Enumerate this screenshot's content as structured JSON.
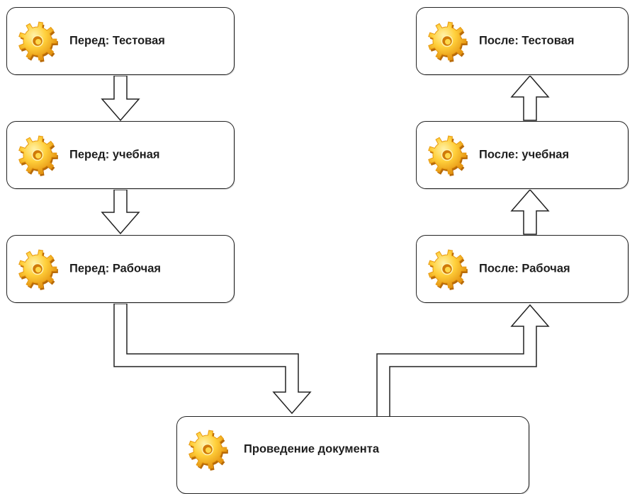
{
  "nodes": {
    "before_test": {
      "label": "Перед: Тестовая",
      "icon": "gear-icon"
    },
    "before_training": {
      "label": "Перед: учебная",
      "icon": "gear-icon"
    },
    "before_working": {
      "label": "Перед: Рабочая",
      "icon": "gear-icon"
    },
    "after_test": {
      "label": "После: Тестовая",
      "icon": "gear-icon"
    },
    "after_training": {
      "label": "После: учебная",
      "icon": "gear-icon"
    },
    "after_working": {
      "label": "После: Рабочая",
      "icon": "gear-icon"
    },
    "document_posting": {
      "label": "Проведение документа",
      "icon": "gear-icon"
    }
  },
  "colors": {
    "gear_light": "#ffd84a",
    "gear_dark": "#e89a10",
    "border": "#222222",
    "arrow_fill": "#ffffff"
  }
}
